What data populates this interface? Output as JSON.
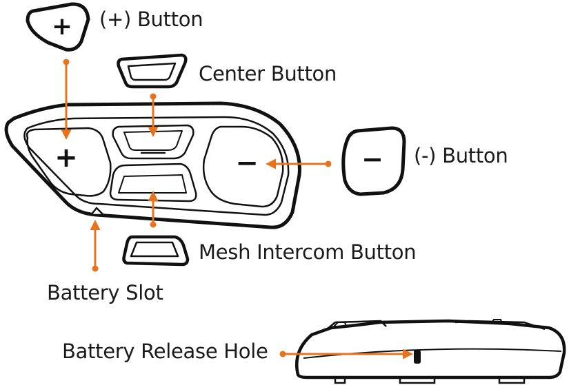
{
  "labels": {
    "plus_button": "(+) Button",
    "center_button": "Center Button",
    "minus_button": "(-) Button",
    "mesh_intercom_button": "Mesh Intercom Button",
    "battery_slot": "Battery Slot",
    "battery_release_hole": "Battery Release Hole"
  },
  "glyphs": {
    "plus": "+",
    "minus": "−"
  },
  "colors": {
    "outline": "#111111",
    "callout": "#e8731e",
    "background": "#ffffff"
  }
}
